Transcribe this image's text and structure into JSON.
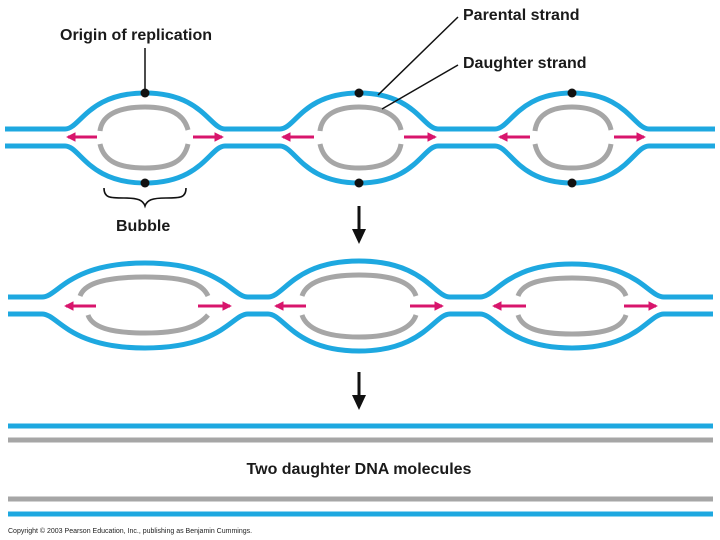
{
  "labels": {
    "origin": "Origin of replication",
    "parental": "Parental strand",
    "daughter": "Daughter strand",
    "bubble": "Bubble",
    "two_daughter": "Two daughter DNA molecules"
  },
  "copyright": "Copyright © 2003 Pearson Education, Inc., publishing as Benjamin Cummings.",
  "colors": {
    "parental": "#1ea8e0",
    "daughter": "#a6a6a6",
    "fork_arrow": "#d8156c",
    "origin_dot": "#111111",
    "stage_arrow": "#111111"
  },
  "icons": {
    "origin": "origin-dot-icon",
    "fork": "fork-arrow-icon",
    "stage": "down-arrow-icon"
  }
}
